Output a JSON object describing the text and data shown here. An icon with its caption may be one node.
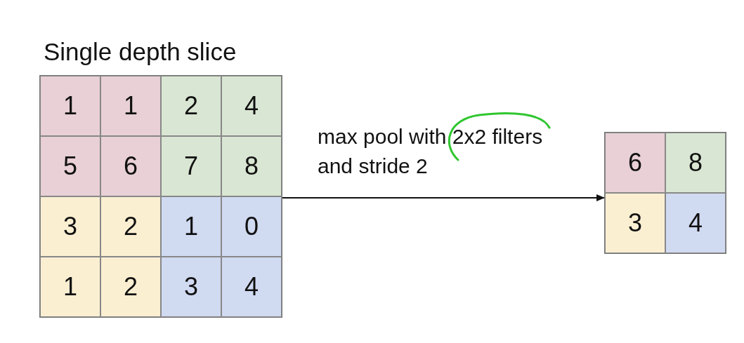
{
  "diagram": {
    "nodes": [
      {
        "text": [
          "Single depth slice"
        ]
      },
      {
        "text": [
          "1"
        ],
        "in": 0
      },
      {
        "text": [
          "1"
        ],
        "in": 0
      },
      {
        "text": [
          "2"
        ],
        "in": 0
      },
      {
        "text": [
          "4"
        ],
        "in": 0
      },
      {
        "text": [
          "5"
        ],
        "in": 0
      },
      {
        "text": [
          "6"
        ],
        "in": 0
      },
      {
        "text": [
          "7"
        ],
        "in": 0
      },
      {
        "text": [
          "8"
        ],
        "in": 0
      },
      {
        "text": [
          "3"
        ],
        "in": 0
      },
      {
        "text": [
          "2"
        ],
        "in": 0
      },
      {
        "text": [
          "1"
        ],
        "in": 0
      },
      {
        "text": [
          "0"
        ],
        "in": 0
      },
      {
        "text": [
          "1"
        ],
        "in": 0
      },
      {
        "text": [
          "2"
        ],
        "in": 0
      },
      {
        "text": [
          "3"
        ],
        "in": 0
      },
      {
        "text": [
          "4"
        ],
        "in": 0
      },
      {
        "text": [],
        "shape": "box"
      },
      {
        "text": [
          "6"
        ],
        "in": 17
      },
      {
        "text": [
          "8"
        ],
        "in": 17
      },
      {
        "text": [
          "3"
        ],
        "in": 17
      },
      {
        "text": [
          "4"
        ],
        "in": 17
      }
    ],
    "edges": [
      {
        "from": 0,
        "to": 17,
        "arrow": "to",
        "label": "max pool with 2x2 filters and stride 2"
      }
    ]
  }
}
